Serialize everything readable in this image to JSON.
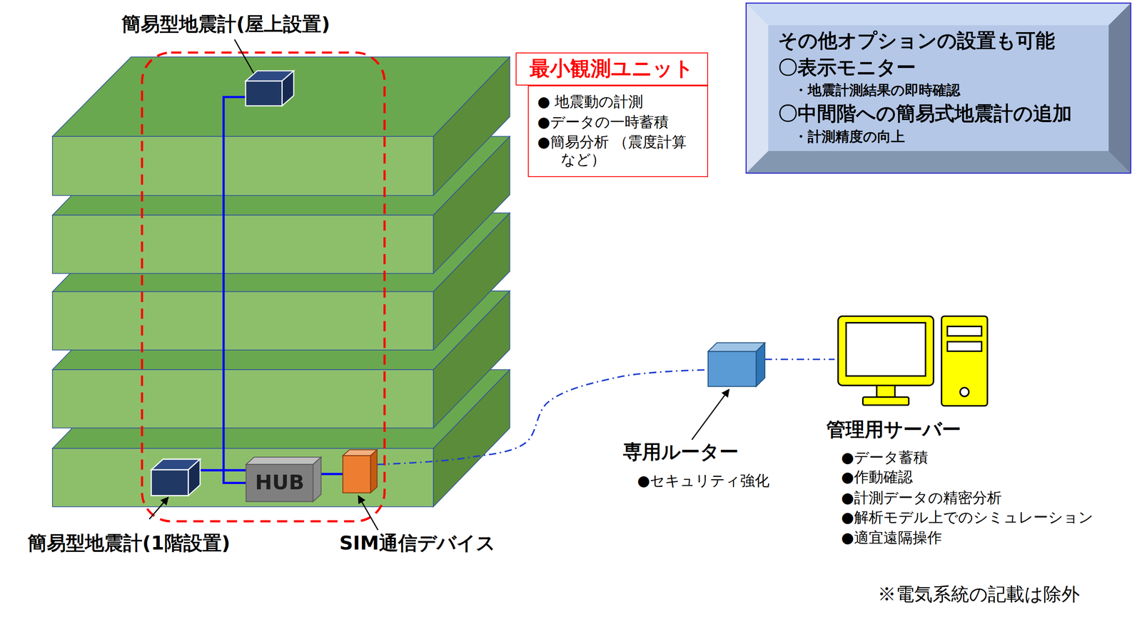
{
  "diagram": {
    "nodes": [
      {
        "text": [
          "その他オプションの設置も可能",
          "〇表示モニター",
          "・地震計測結果の即時確認",
          "〇中間階への簡易式地震計の追加",
          "・計測精度の向上"
        ]
      },
      {
        "text": [
          "最小観測ユニット",
          "● 地震動の計測",
          "●データの一時蓄積",
          "●簡易分析 （震度計算など）"
        ]
      },
      {
        "text": [
          "簡易型地震計(屋上設置)"
        ]
      },
      {
        "text": [
          "簡易型地震計(1階設置)"
        ]
      },
      {
        "text": [
          "HUB"
        ]
      },
      {
        "text": [
          "SIM通信デバイス"
        ]
      },
      {
        "text": [
          "専用ルーター",
          "●セキュリティ強化"
        ]
      },
      {
        "text": [
          "管理用サーバー",
          "●データ蓄積",
          "●作動確認",
          "●計測データの精密分析",
          "●解析モデル上でのシミュレーション",
          "●適宜遠隔操作"
        ]
      }
    ],
    "edges": [
      {
        "from": 2,
        "to": 4,
        "arrow": "none"
      },
      {
        "from": 3,
        "to": 4,
        "arrow": "none"
      },
      {
        "from": 4,
        "to": 5,
        "arrow": "none"
      },
      {
        "from": 5,
        "to": 6,
        "arrow": "none"
      },
      {
        "from": 6,
        "to": 7,
        "arrow": "none"
      }
    ],
    "labels": [
      "※電気系統の記載は除外"
    ]
  }
}
